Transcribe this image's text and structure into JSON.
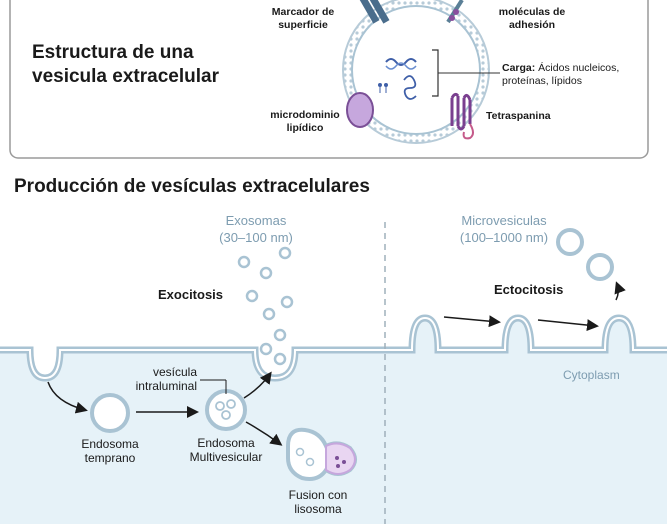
{
  "structure": {
    "title_line1": "Estructura de una",
    "title_line2": "vesicula extracelular",
    "surface_marker": [
      "Marcador de",
      "superficie"
    ],
    "adhesion": [
      "moléculas de",
      "adhesión"
    ],
    "cargo_bold": "Carga:",
    "cargo_line1_rest": " Ácidos nucleicos,",
    "cargo_line2": "proteínas, lípidos",
    "microdomain": [
      "microdominio",
      "lipídico"
    ],
    "tetraspanin": "Tetraspanina"
  },
  "production": {
    "title": "Producción de vesículas extracelulares",
    "exosomes": [
      "Exosomas",
      "(30–100 nm)"
    ],
    "exocytosis": "Exocitosis",
    "microvesicles": [
      "Microvesiculas",
      "(100–1000 nm)"
    ],
    "ectocytosis": "Ectocitosis",
    "cytoplasm": "Cytoplasm",
    "intraluminal_vesicle": [
      "vesícula",
      "intraluminal"
    ],
    "early_endosome": [
      "Endosoma",
      "temprano"
    ],
    "multivesicular_endosome": [
      "Endosoma",
      "Multivesicular"
    ],
    "lysosome_fusion": [
      "Fusion con",
      "lisosoma"
    ]
  },
  "colors": {
    "membrane": "#a9c3d3",
    "cytoplasm_fill": "#e6f2f8",
    "accent_purple": "#7a4f96",
    "text": "#1a1a1a",
    "label_blue": "#7d9cb0"
  }
}
